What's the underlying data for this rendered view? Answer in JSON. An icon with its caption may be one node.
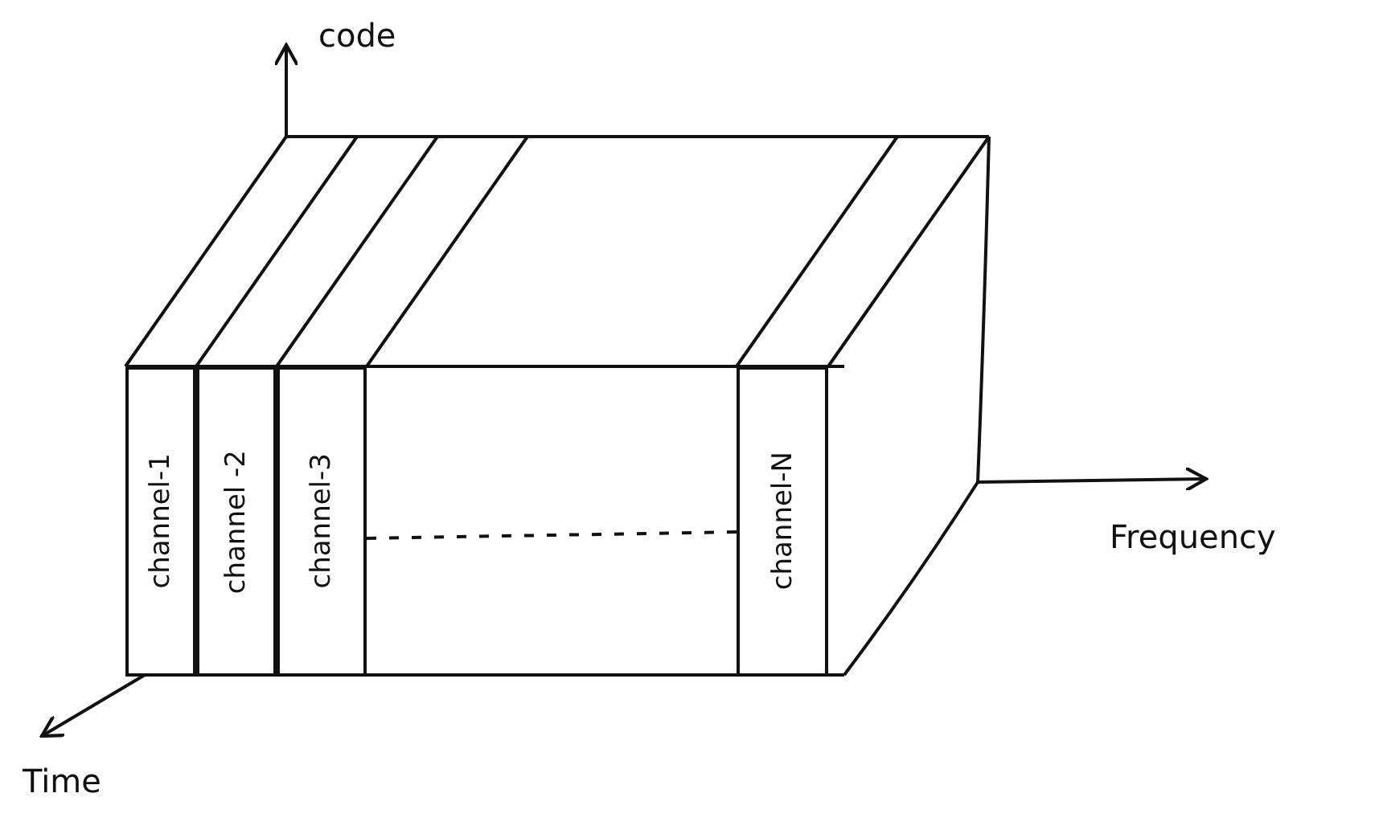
{
  "diagram": {
    "nodes": [
      {
        "text": [
          "channel-1"
        ]
      },
      {
        "text": [
          "channel -2"
        ]
      },
      {
        "text": [
          "channel-3"
        ]
      },
      {
        "text": [
          "channel-N"
        ]
      }
    ],
    "edges": [
      {
        "from": 2,
        "to": 3,
        "arrow": "none",
        "style": "dashed"
      }
    ],
    "labels": [
      "code",
      "Frequency",
      "Time"
    ]
  }
}
